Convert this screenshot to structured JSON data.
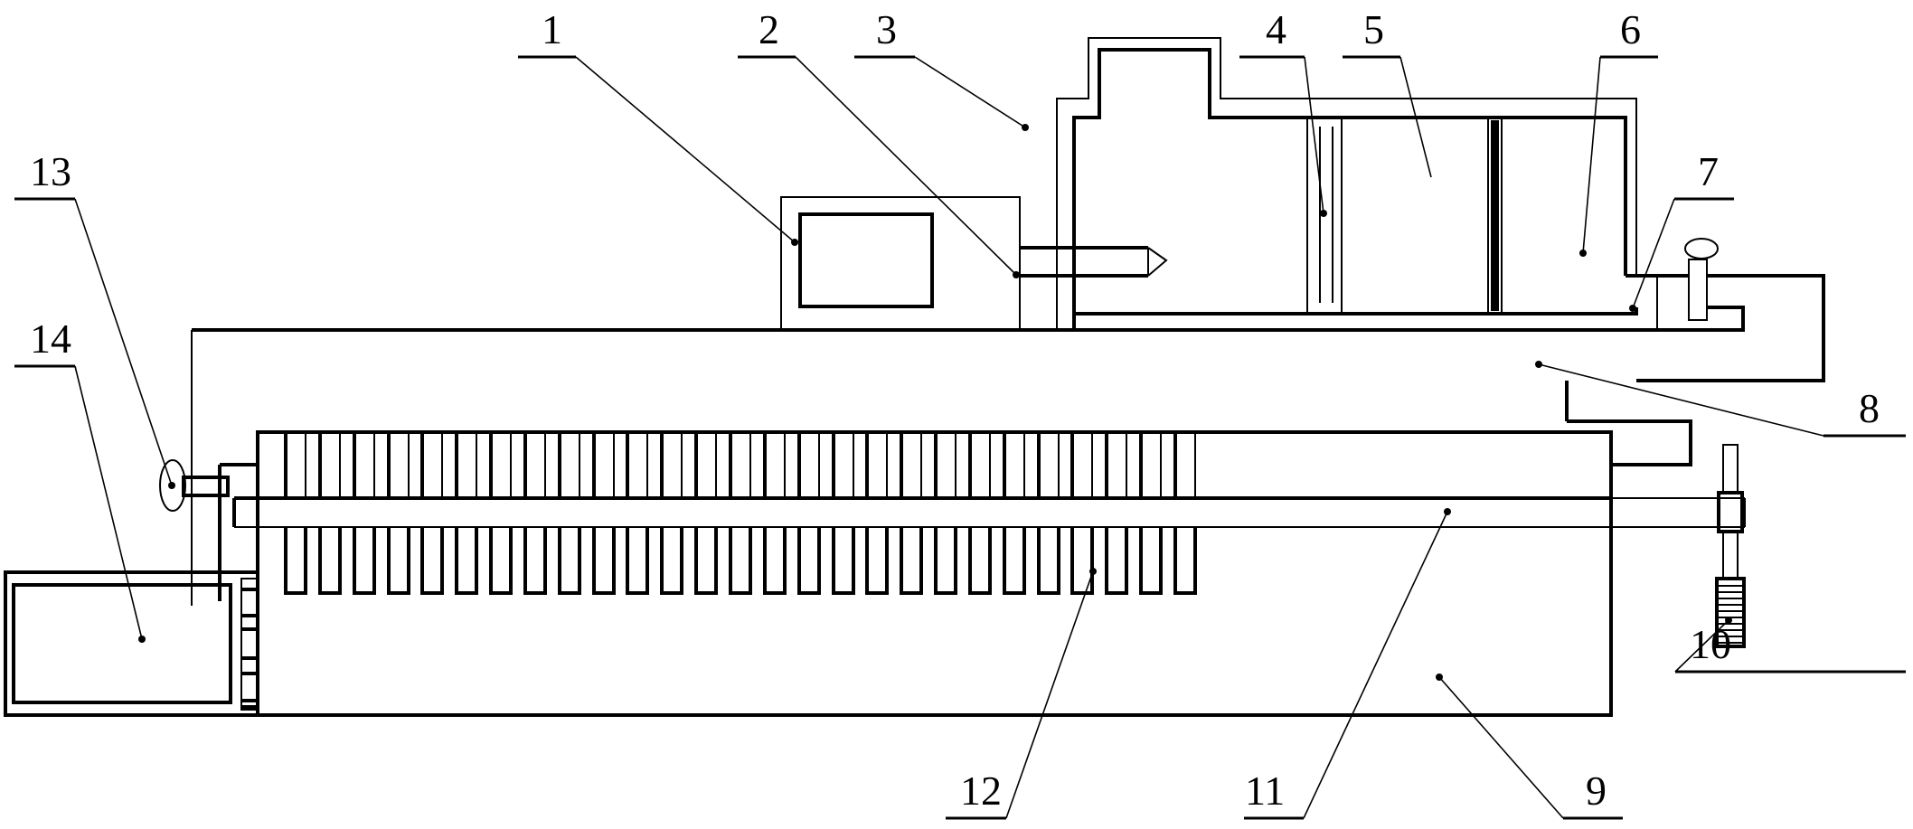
{
  "figure": {
    "type": "patent-schematic",
    "line_color": "#000000",
    "background": "#ffffff"
  },
  "labels": [
    {
      "id": "1",
      "text": "1"
    },
    {
      "id": "2",
      "text": "2"
    },
    {
      "id": "3",
      "text": "3"
    },
    {
      "id": "4",
      "text": "4"
    },
    {
      "id": "5",
      "text": "5"
    },
    {
      "id": "6",
      "text": "6"
    },
    {
      "id": "7",
      "text": "7"
    },
    {
      "id": "8",
      "text": "8"
    },
    {
      "id": "9",
      "text": "9"
    },
    {
      "id": "10",
      "text": "10"
    },
    {
      "id": "11",
      "text": "11"
    },
    {
      "id": "12",
      "text": "12"
    },
    {
      "id": "13",
      "text": "13"
    },
    {
      "id": "14",
      "text": "14"
    }
  ],
  "components": {
    "fin_count": 27
  }
}
